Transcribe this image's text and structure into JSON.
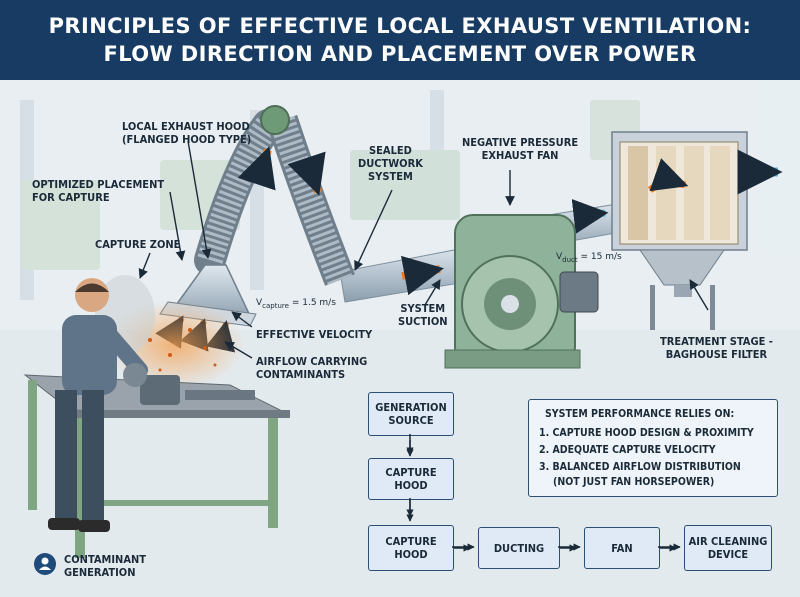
{
  "title": {
    "line1": "PRINCIPLES OF EFFECTIVE LOCAL EXHAUST VENTILATION:",
    "line2": "FLOW DIRECTION AND PLACEMENT OVER POWER"
  },
  "labels": {
    "local_exhaust_hood": [
      "LOCAL EXHAUST HOOD",
      "(FLANGED HOOD TYPE)"
    ],
    "optimized_placement": [
      "OPTIMIZED PLACEMENT",
      "FOR CAPTURE"
    ],
    "capture_zone": "CAPTURE ZONE",
    "sealed_ductwork": [
      "SEALED",
      "DUCTWORK",
      "SYSTEM"
    ],
    "negative_pressure_fan": [
      "NEGATIVE PRESSURE",
      "EXHAUST FAN"
    ],
    "system_suction": [
      "SYSTEM",
      "SUCTION"
    ],
    "effective_velocity": "EFFECTIVE VELOCITY",
    "airflow_contaminants": [
      "AIRFLOW CARRYING",
      "CONTAMINANTS"
    ],
    "treatment_stage": [
      "TREATMENT STAGE -",
      "BAGHOUSE FILTER"
    ],
    "contaminant_generation": [
      "CONTAMINANT",
      "GENERATION"
    ]
  },
  "velocities": {
    "capture": {
      "symbol": "V",
      "sub": "capture",
      "value": "= 1.5 m/s"
    },
    "duct": {
      "symbol": "V",
      "sub": "duct",
      "value": "= 15 m/s"
    }
  },
  "flow_boxes": {
    "generation_source": [
      "GENERATION",
      "SOURCE"
    ],
    "capture_hood_1": [
      "CAPTURE",
      "HOOD"
    ],
    "capture_hood_2": [
      "CAPTURE",
      "HOOD"
    ],
    "ducting": "DUCTING",
    "fan": "FAN",
    "air_cleaning": [
      "AIR CLEANING",
      "DEVICE"
    ]
  },
  "performance": {
    "heading": "SYSTEM PERFORMANCE RELIES ON:",
    "items": [
      "1. CAPTURE HOOD DESIGN & PROXIMITY",
      "2. ADEQUATE CAPTURE VELOCITY",
      "3. BALANCED AIRFLOW DISTRIBUTION",
      "(NOT JUST FAN HORSEPOWER)"
    ]
  },
  "colors": {
    "title_bg": "#173b63",
    "duct_metal": "#b9c7d3",
    "fan_green": "#8fb39a",
    "airflow_orange": "#f07c22",
    "clean_air_blue": "#5fb6e6",
    "box_fill": "#dfeaf6",
    "box_border": "#2b4e74"
  }
}
